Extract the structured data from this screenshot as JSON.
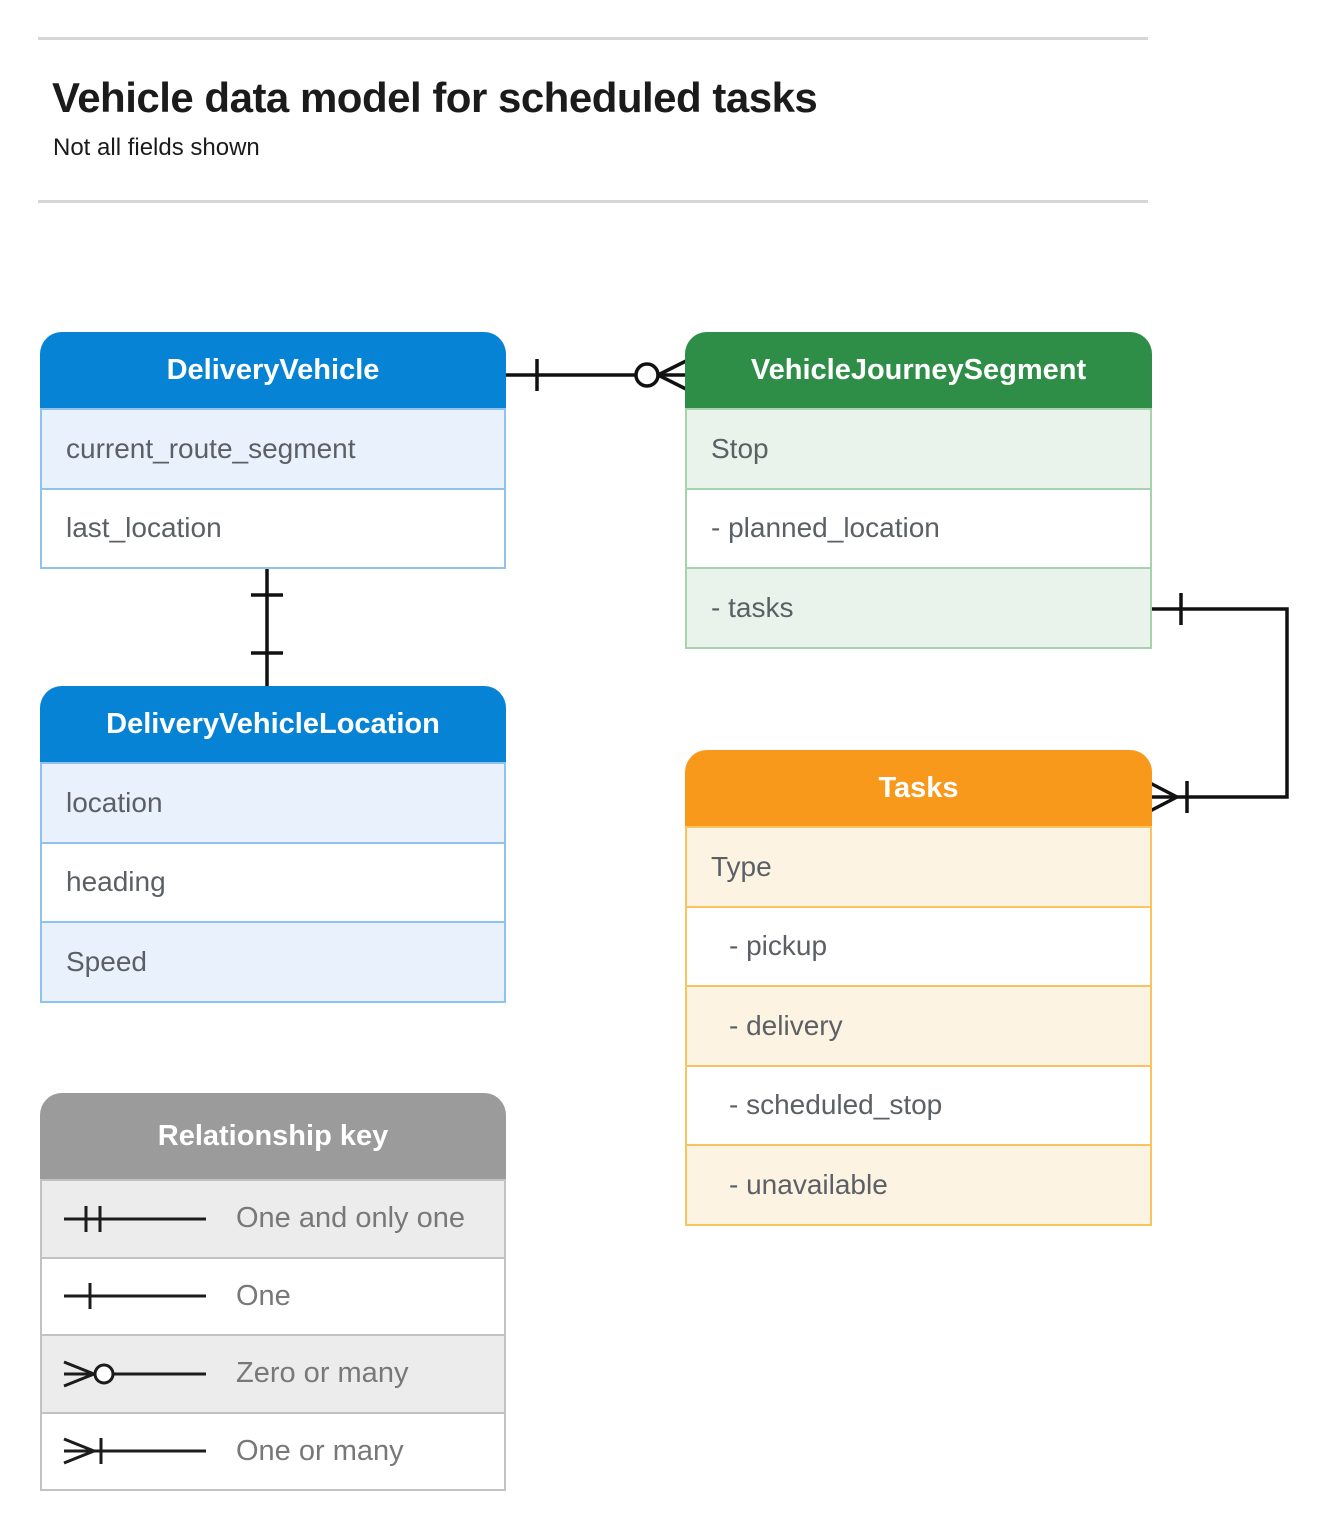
{
  "header": {
    "title": "Vehicle data model for scheduled tasks",
    "subtitle": "Not all fields shown"
  },
  "entities": {
    "deliveryVehicle": {
      "title": "DeliveryVehicle",
      "rows": [
        "current_route_segment",
        "last_location"
      ]
    },
    "vehicleJourneySegment": {
      "title": "VehicleJourneySegment",
      "rows": [
        "Stop",
        "- planned_location",
        "- tasks"
      ]
    },
    "deliveryVehicleLocation": {
      "title": "DeliveryVehicleLocation",
      "rows": [
        "location",
        "heading",
        "Speed"
      ]
    },
    "tasks": {
      "title": "Tasks",
      "rows": [
        "Type",
        "- pickup",
        "- delivery",
        "- scheduled_stop",
        "- unavailable"
      ]
    }
  },
  "legend": {
    "title": "Relationship key",
    "items": [
      {
        "symbol": "one-and-only-one",
        "label": "One and only one"
      },
      {
        "symbol": "one",
        "label": "One"
      },
      {
        "symbol": "zero-or-many",
        "label": "Zero or many"
      },
      {
        "symbol": "one-or-many",
        "label": "One or many"
      }
    ]
  },
  "relationships": [
    {
      "from": "DeliveryVehicle",
      "to": "VehicleJourneySegment",
      "from_cardinality": "one",
      "to_cardinality": "zero-or-many"
    },
    {
      "from": "DeliveryVehicle",
      "to": "DeliveryVehicleLocation",
      "from_cardinality": "one",
      "to_cardinality": "one"
    },
    {
      "from": "VehicleJourneySegment.tasks",
      "to": "Tasks",
      "from_cardinality": "one",
      "to_cardinality": "one-or-many"
    }
  ],
  "colors": {
    "blue_header": "#0783d5",
    "green_header": "#2e8e48",
    "orange_header": "#f8991c",
    "gray_header": "#9b9b9b",
    "light_blue_row": "#e8f1fc",
    "light_green_row": "#e9f3ec",
    "light_orange_row": "#fdf3e2",
    "light_gray_row": "#ececec",
    "connector": "#111111"
  }
}
